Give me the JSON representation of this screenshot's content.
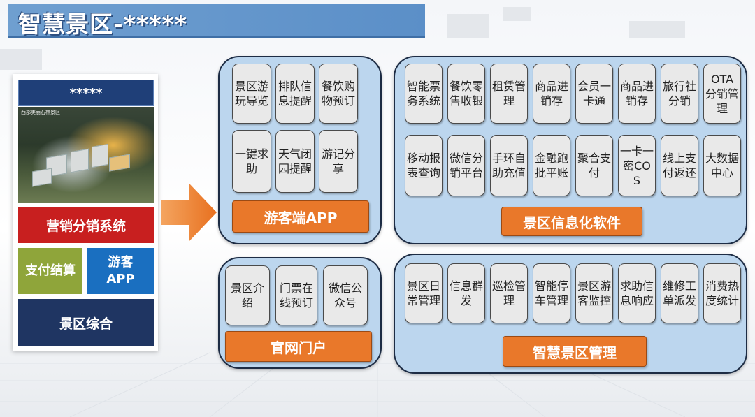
{
  "title": "智慧景区-*****",
  "left": {
    "stars": "*****",
    "photo_caption": "西部美丽石林景区",
    "marketing": "营销分销系统",
    "payment": "支付结算",
    "tourist_app": "游客APP",
    "integrated": "景区综合"
  },
  "app_panel": {
    "tiles": [
      "景区游玩导览",
      "排队信息提醒",
      "餐饮购物预订",
      "一键求助",
      "天气闭园提醒",
      "游记分享"
    ],
    "label": "游客端APP"
  },
  "software_panel": {
    "row1": [
      "智能票务系统",
      "餐饮零售收银",
      "租赁管理",
      "商品进销存",
      "会员一卡通",
      "商品进销存",
      "旅行社分销",
      "OTA分销管理"
    ],
    "row2": [
      "移动报表查询",
      "微信分销平台",
      "手环自助充值",
      "金融跑批平账",
      "聚合支付",
      "一卡一密COS",
      "线上支付返还",
      "大数据中心"
    ],
    "label": "景区信息化软件"
  },
  "portal_panel": {
    "tiles": [
      "景区介绍",
      "门票在线预订",
      "微信公众号"
    ],
    "label": "官网门户"
  },
  "management_panel": {
    "tiles": [
      "景区日常管理",
      "信息群发",
      "巡检管理",
      "智能停车管理",
      "景区游客监控",
      "求助信息响应",
      "维修工单派发",
      "消费热度统计"
    ],
    "label": "智慧景区管理"
  }
}
